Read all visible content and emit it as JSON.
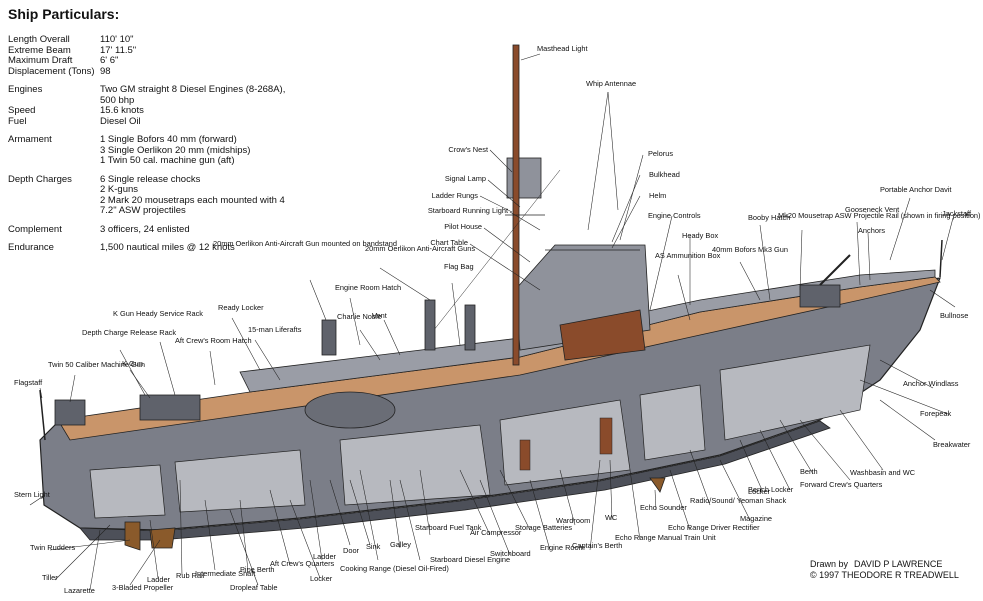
{
  "particulars": {
    "heading": "Ship Particulars:",
    "rows": [
      {
        "label": "Length Overall",
        "value": "110' 10\""
      },
      {
        "label": "Extreme Beam",
        "value": "17' 11.5\""
      },
      {
        "label": "Maximum Draft",
        "value": "6' 6\""
      },
      {
        "label": "Displacement (Tons)",
        "value": "98"
      },
      {
        "label": "Engines",
        "value": "Two GM straight 8 Diesel Engines (8-268A), 500 bhp"
      },
      {
        "label": "Speed",
        "value": "15.6 knots"
      },
      {
        "label": "Fuel",
        "value": "Diesel Oil"
      },
      {
        "label": "Armament",
        "value": "1 Single Bofors 40 mm (forward)\n3 Single Oerlikon 20 mm (midships)\n1 Twin 50 cal. machine gun (aft)"
      },
      {
        "label": "Depth Charges",
        "value": "6 Single release chocks\n2 K-guns\n2 Mark 20 mousetraps each mounted with 4 7.2\" ASW projectiles"
      },
      {
        "label": "Complement",
        "value": "3 officers, 24 enlisted"
      },
      {
        "label": "Endurance",
        "value": "1,500 nautical miles @ 12 knots"
      }
    ]
  },
  "labels": [
    {
      "text": "Masthead Light"
    },
    {
      "text": "Whip Antennae"
    },
    {
      "text": "Crow's Nest"
    },
    {
      "text": "Pelorus"
    },
    {
      "text": "Bulkhead"
    },
    {
      "text": "Helm"
    },
    {
      "text": "Signal Lamp"
    },
    {
      "text": "Ladder Rungs"
    },
    {
      "text": "Starboard Running Light"
    },
    {
      "text": "Pilot House"
    },
    {
      "text": "Chart Table"
    },
    {
      "text": "Engine Controls"
    },
    {
      "text": "Heady Box"
    },
    {
      "text": "Booby Hatch"
    },
    {
      "text": "Mk20 Mousetrap ASW Projectile Rail (shown in firing position)"
    },
    {
      "text": "Gooseneck Vent"
    },
    {
      "text": "Portable Anchor Davit"
    },
    {
      "text": "Jackstaff"
    },
    {
      "text": "Anchors"
    },
    {
      "text": "AS Ammunition Box"
    },
    {
      "text": "40mm Bofors Mk3 Gun"
    },
    {
      "text": "Bullnose"
    },
    {
      "text": "20mm Oerlikon Anti-Aircraft Gun mounted on bandstand"
    },
    {
      "text": "20mm Oerlikon Anti-Aircraft Guns"
    },
    {
      "text": "Flag Bag"
    },
    {
      "text": "Engine Room Hatch"
    },
    {
      "text": "Charlie Noble"
    },
    {
      "text": "Vent"
    },
    {
      "text": "Ready Locker"
    },
    {
      "text": "15-man Liferafts"
    },
    {
      "text": "K Gun Heady Service Rack"
    },
    {
      "text": "Aft Crew's Room Hatch"
    },
    {
      "text": "Depth Charge Release Rack"
    },
    {
      "text": "Twin 50 Caliber Machine Gun"
    },
    {
      "text": "K Gun"
    },
    {
      "text": "Flagstaff"
    },
    {
      "text": "Anchor Windlass"
    },
    {
      "text": "Forepeak"
    },
    {
      "text": "Breakwater"
    },
    {
      "text": "Washbasin and WC"
    },
    {
      "text": "Forward Crew's Quarters"
    },
    {
      "text": "Berth"
    },
    {
      "text": "Bench Locker"
    },
    {
      "text": "Locker"
    },
    {
      "text": "Magazine"
    },
    {
      "text": "Radio/Sound/ Yeoman Shack"
    },
    {
      "text": "Echo Range Driver Rectifier"
    },
    {
      "text": "Echo Sounder"
    },
    {
      "text": "Echo Range Manual Train Unit"
    },
    {
      "text": "WC"
    },
    {
      "text": "Wardroom"
    },
    {
      "text": "Captain's Berth"
    },
    {
      "text": "Engine Room"
    },
    {
      "text": "Storage Batteries"
    },
    {
      "text": "Switchboard"
    },
    {
      "text": "Air Compressor"
    },
    {
      "text": "Starboard Fuel Tank"
    },
    {
      "text": "Starboard Diesel Engine"
    },
    {
      "text": "Galley"
    },
    {
      "text": "Cooking Range (Diesel Oil-Fired)"
    },
    {
      "text": "Sink"
    },
    {
      "text": "Door"
    },
    {
      "text": "Ladder"
    },
    {
      "text": "Locker"
    },
    {
      "text": "Aft Crew's Quarters"
    },
    {
      "text": "Pipe Berth"
    },
    {
      "text": "Dropleaf Table"
    },
    {
      "text": "Intermediate Shaft"
    },
    {
      "text": "Rub Rail"
    },
    {
      "text": "Ladder"
    },
    {
      "text": "3-Bladed Propeller"
    },
    {
      "text": "Lazarette"
    },
    {
      "text": "Tiller"
    },
    {
      "text": "Twin Rudders"
    },
    {
      "text": "Stern Light"
    }
  ],
  "credits": {
    "drawn_by_label": "Drawn by",
    "drawn_by_name": "DAVID P LAWRENCE",
    "copyright": "© 1997 THEODORE R TREADWELL"
  },
  "colors": {
    "hull": "#7b7e88",
    "hull_dark": "#4d5059",
    "deck": "#c9956a",
    "wood": "#8a4b2b",
    "interior": "#b7b9bf",
    "line": "#222222"
  }
}
